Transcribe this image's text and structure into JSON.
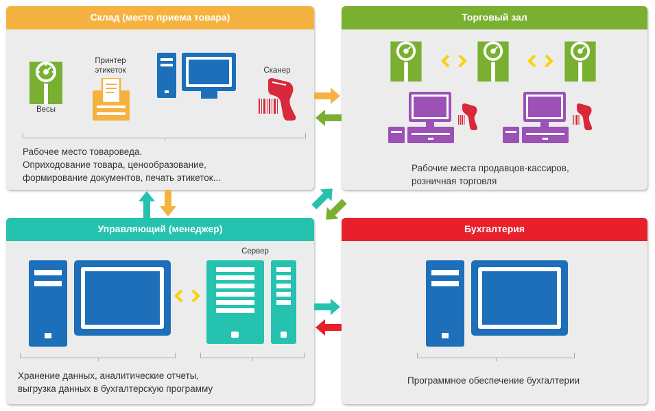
{
  "panels": {
    "warehouse": {
      "title": "Склад (место приема товара)",
      "color": "#f5b240",
      "scales_label": "Весы",
      "printer_label_1": "Принтер",
      "printer_label_2": "этикеток",
      "scanner_label": "Сканер",
      "desc_line1": "Рабочее место товароведа.",
      "desc_line2": "Оприходование товара, ценообразование,",
      "desc_line3": "формирование документов, печать этикеток..."
    },
    "sales_floor": {
      "title": "Торговый зал",
      "color": "#7ab032",
      "desc_line1": "Рабочие места продавцов-кассиров,",
      "desc_line2": "розничная торговля"
    },
    "manager": {
      "title": "Управляющий (менеджер)",
      "color": "#25c2b0",
      "server_label": "Сервер",
      "desc_line1": "Хранение данных, аналитические отчеты,",
      "desc_line2": "выгрузка данных в бухгалтерскую программу"
    },
    "accounting": {
      "title": "Бухгалтерия",
      "color": "#e8202b",
      "desc_line1": "Программное обеспечение бухгалтерии"
    }
  },
  "colors": {
    "blue": "#1c6fb8",
    "green": "#7ab032",
    "orange": "#f5b240",
    "purple": "#9b51b5",
    "teal": "#25c2b0",
    "red": "#e8202b",
    "yellow": "#f7d200",
    "scanner_red": "#d8283a"
  },
  "icons": [
    "scales-icon",
    "label-printer-icon",
    "computer-icon",
    "barcode-scanner-icon",
    "pos-terminal-icon",
    "server-icon",
    "arrow-icon"
  ]
}
